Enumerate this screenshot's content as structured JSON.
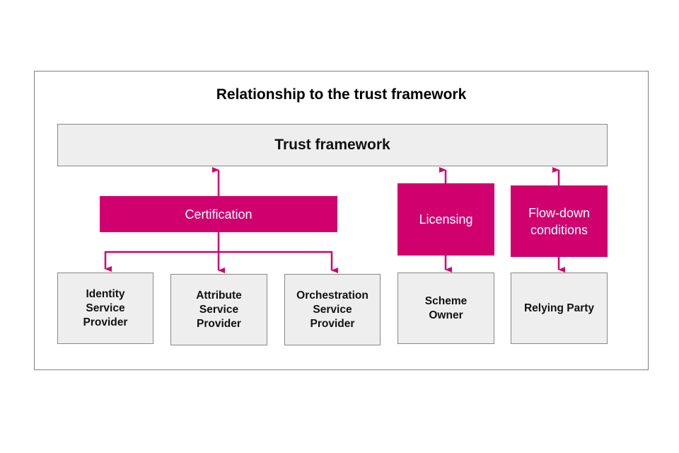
{
  "diagram": {
    "title": "Relationship to the trust framework",
    "trust_framework": "Trust framework",
    "mechanisms": {
      "certification": "Certification",
      "licensing": "Licensing",
      "flow_down": "Flow-down conditions"
    },
    "parties": {
      "identity_sp": "Identity Service Provider",
      "attribute_sp": "Attribute Service Provider",
      "orchestration_sp": "Orchestration Service Provider",
      "scheme_owner": "Scheme Owner",
      "relying_party": "Relying Party"
    },
    "colors": {
      "accent": "#d0006f",
      "box_fill": "#eeeeee",
      "box_border": "#888888"
    }
  }
}
